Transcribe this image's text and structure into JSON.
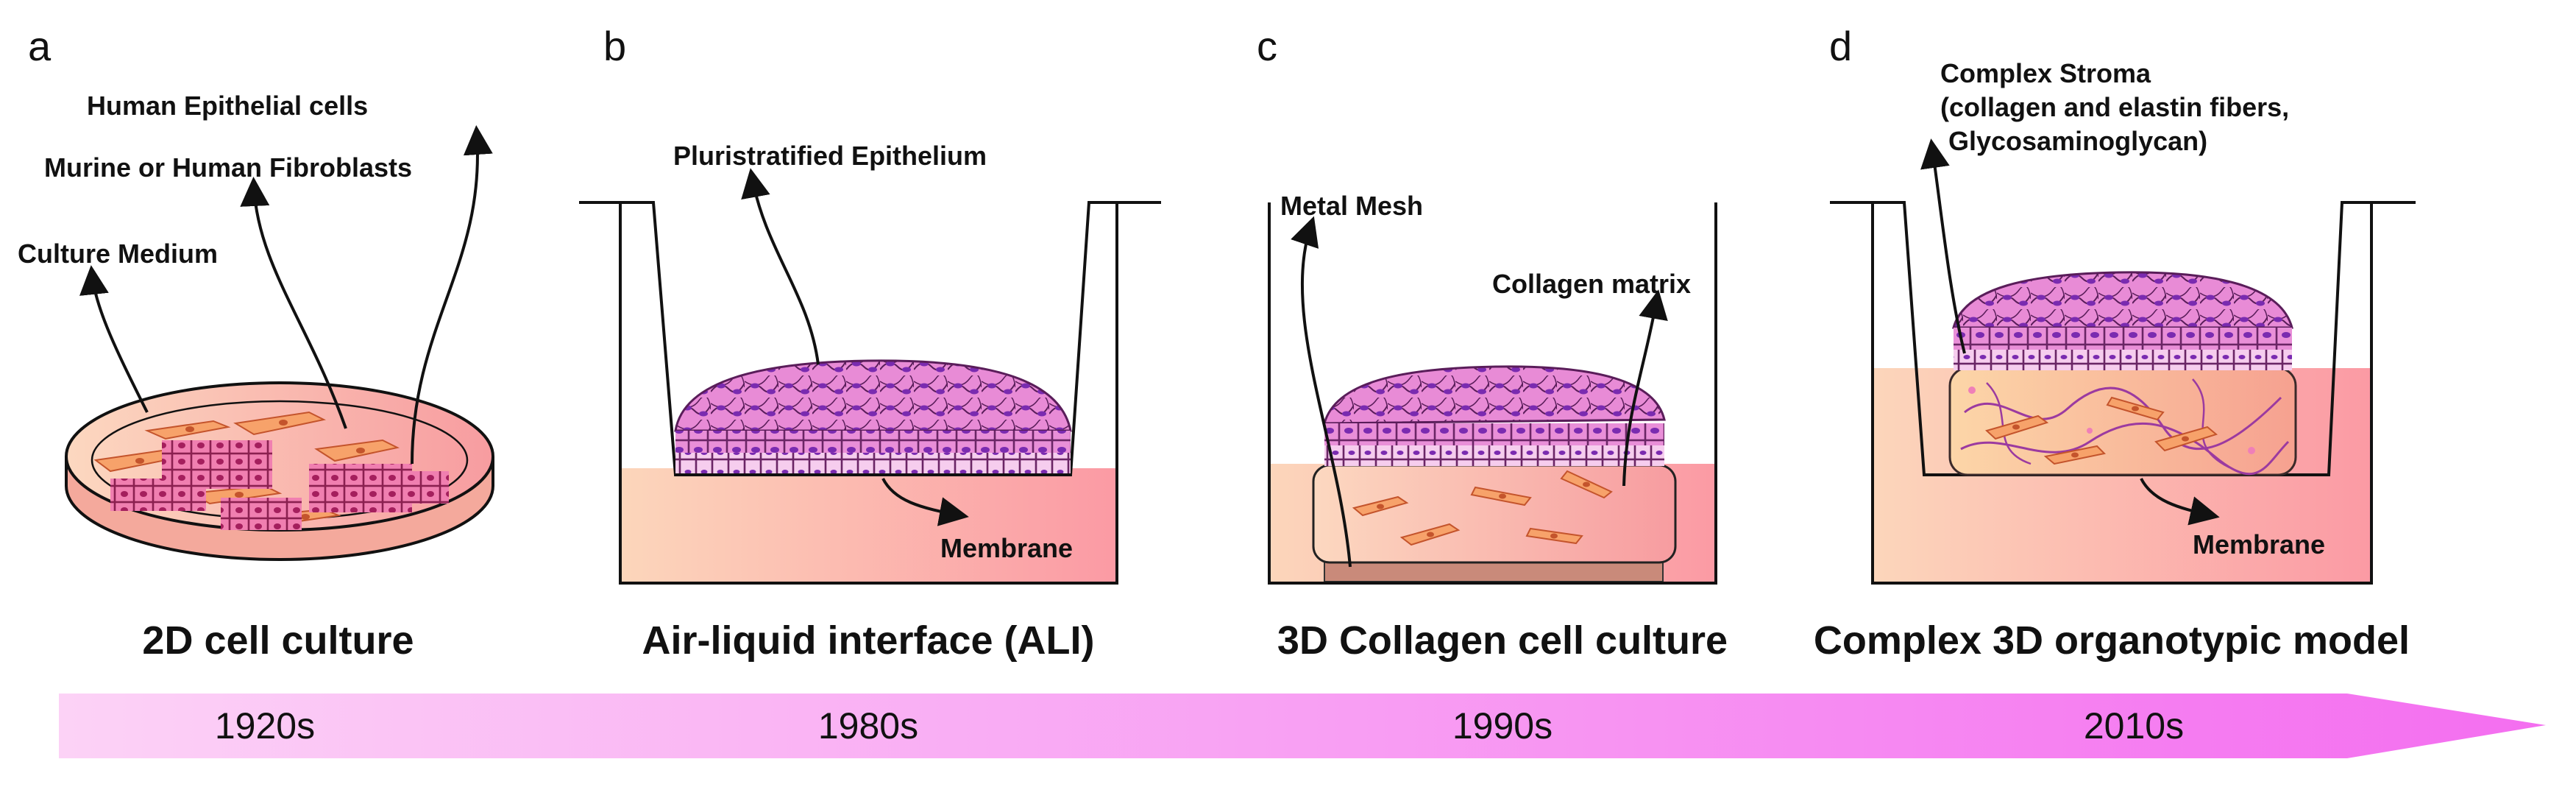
{
  "panels": {
    "a": {
      "letter": "a",
      "labels": [
        "Human Epithelial cells",
        "Murine or Human Fibroblasts",
        "Culture Medium"
      ],
      "caption": "2D cell culture"
    },
    "b": {
      "letter": "b",
      "labels": [
        "Pluristratified Epithelium",
        "Membrane"
      ],
      "caption": "Air-liquid interface (ALI)"
    },
    "c": {
      "letter": "c",
      "labels": [
        "Metal Mesh",
        "Collagen matrix"
      ],
      "caption": "3D Collagen cell culture"
    },
    "d": {
      "letter": "d",
      "labels": [
        "Complex Stroma",
        "(collagen and elastin fibers,",
        "Glycosaminoglycan)",
        "Membrane"
      ],
      "caption": "Complex 3D organotypic model"
    }
  },
  "timeline": {
    "eras": [
      "1920s",
      "1980s",
      "1990s",
      "2010s"
    ]
  },
  "colors": {
    "timeline_start": "#fbd3f7",
    "timeline_end": "#f56ff0",
    "medium_start": "#fcd2b4",
    "medium_end": "#fb9aa0",
    "epithelium": "#e77fd0",
    "nucleus": "#7a2bb0",
    "fibroblast": "#f7a26a"
  }
}
